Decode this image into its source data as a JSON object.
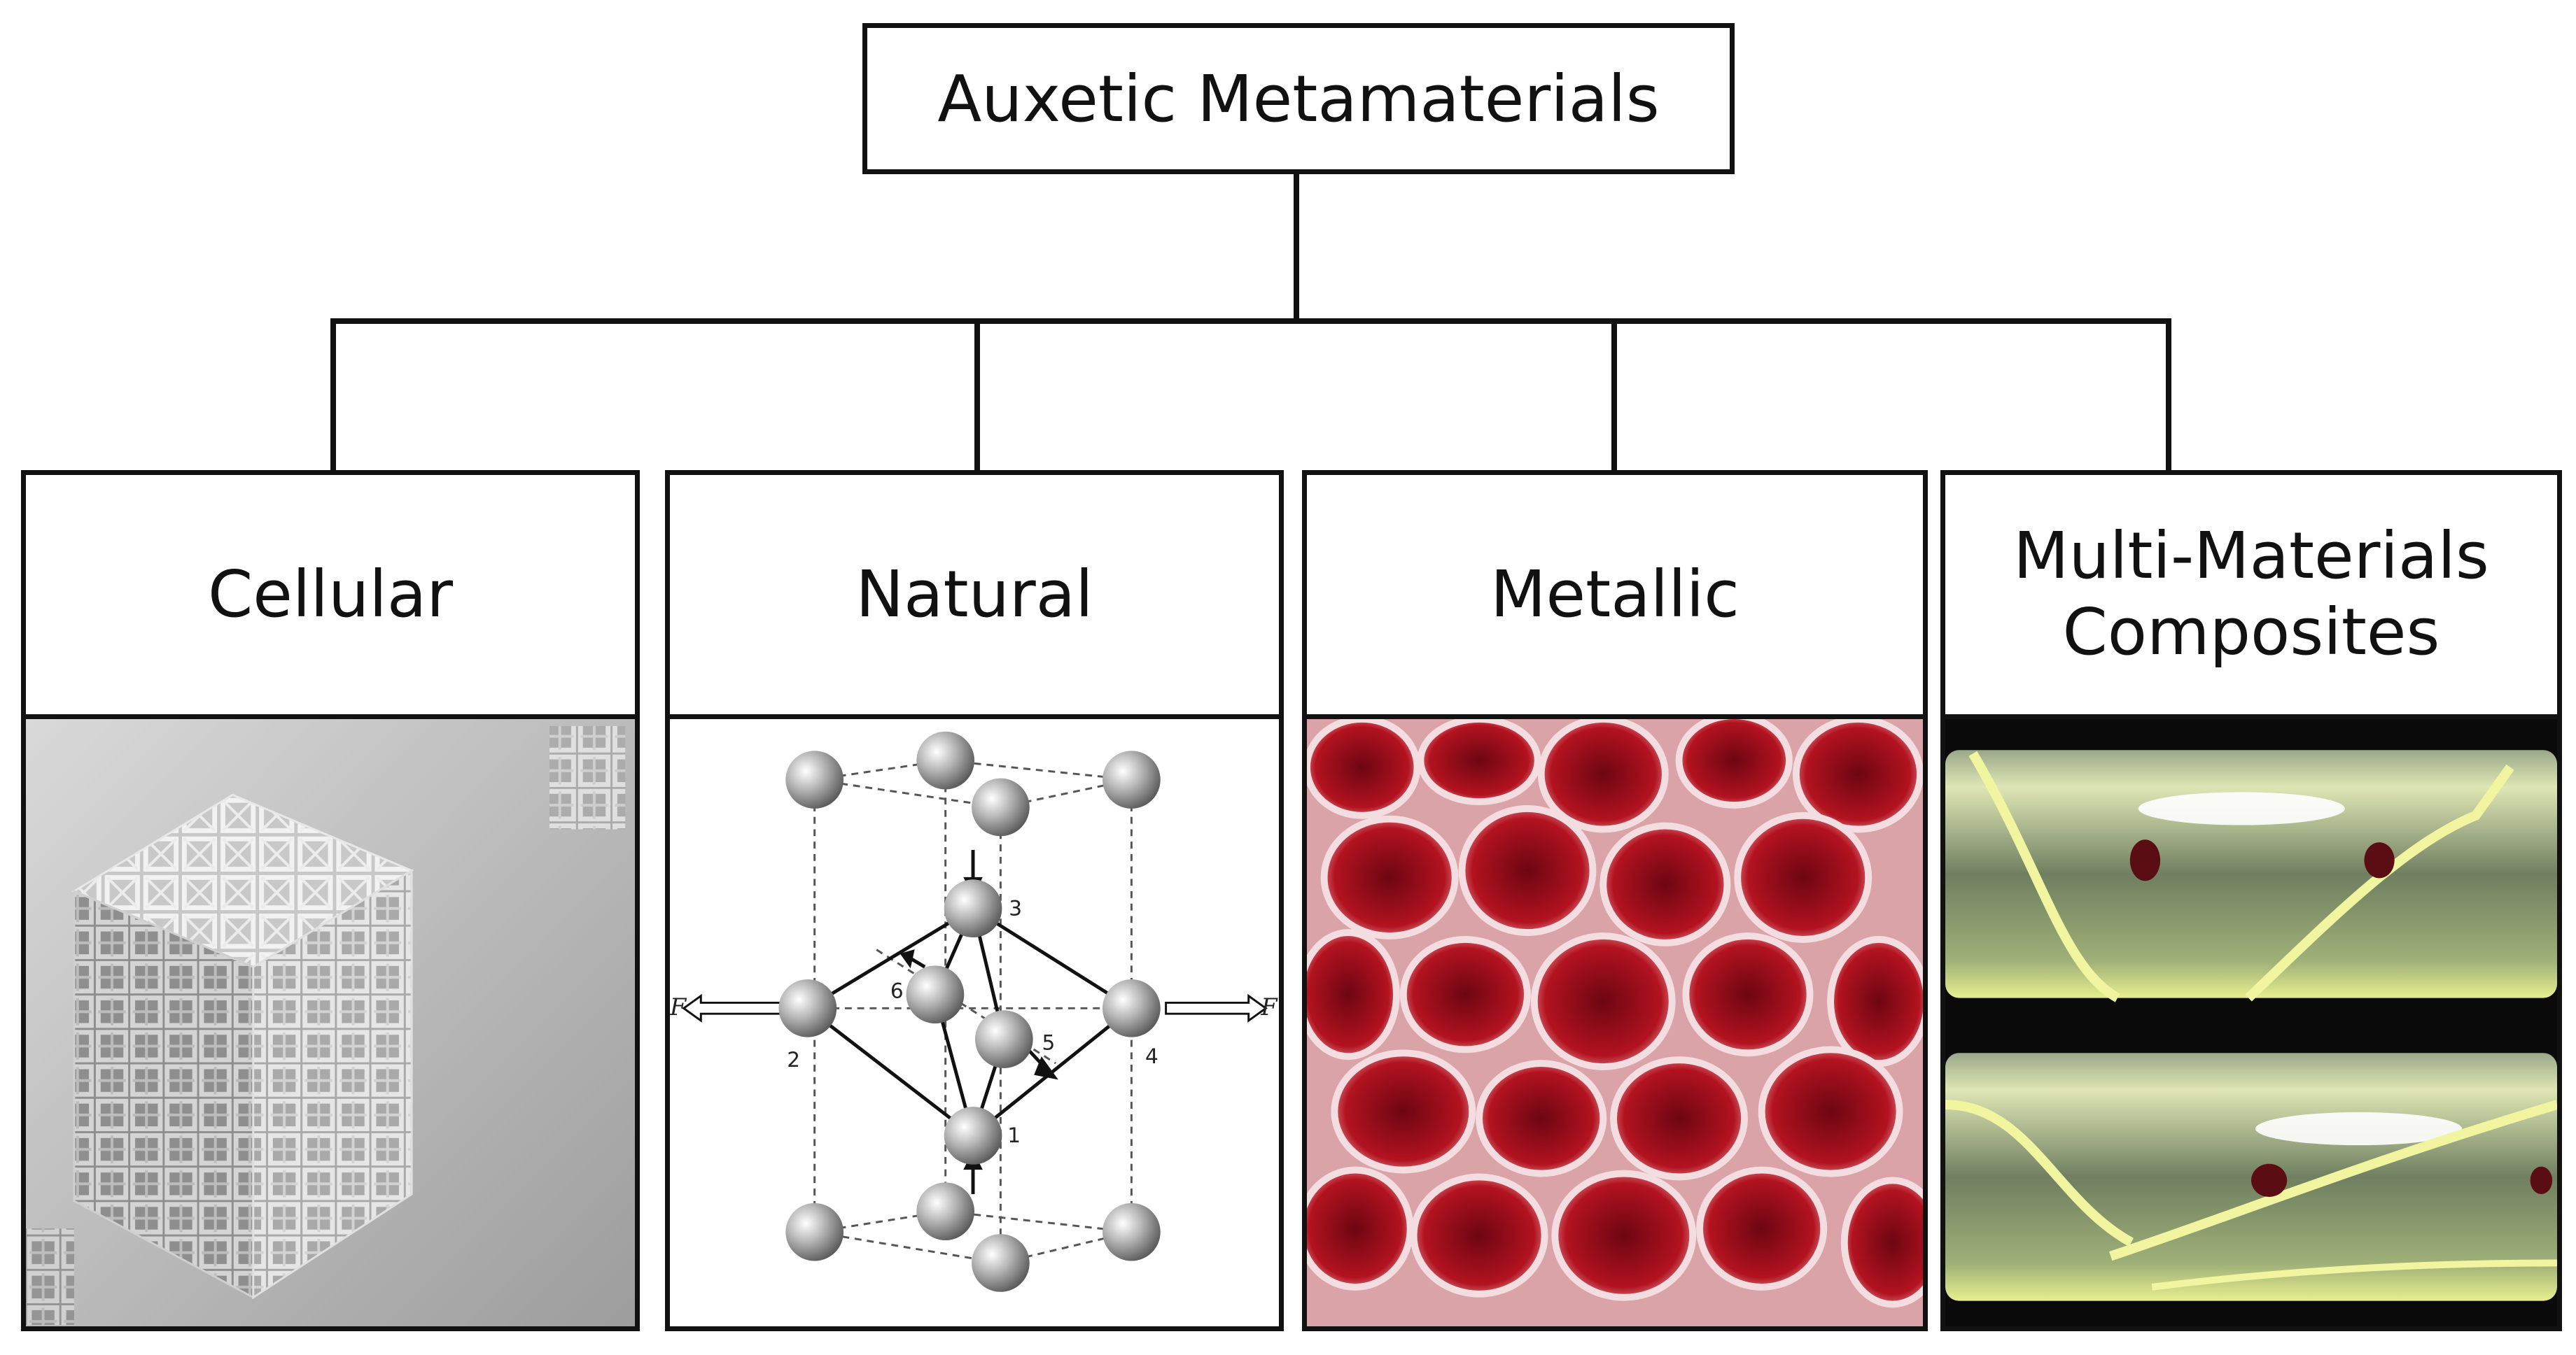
{
  "root": {
    "label": "Auxetic Metamaterials"
  },
  "categories": [
    {
      "label": "Cellular"
    },
    {
      "label": "Natural"
    },
    {
      "label": "Metallic"
    },
    {
      "label": "Multi-Materials\nComposites"
    }
  ],
  "natural_figure": {
    "atom_numbers": [
      "1",
      "2",
      "3",
      "4",
      "5",
      "6"
    ],
    "force_label": "F"
  },
  "colors": {
    "line": "#111111",
    "metallic_foam": "#c0182a",
    "composite_tube": "#d8e07a"
  }
}
